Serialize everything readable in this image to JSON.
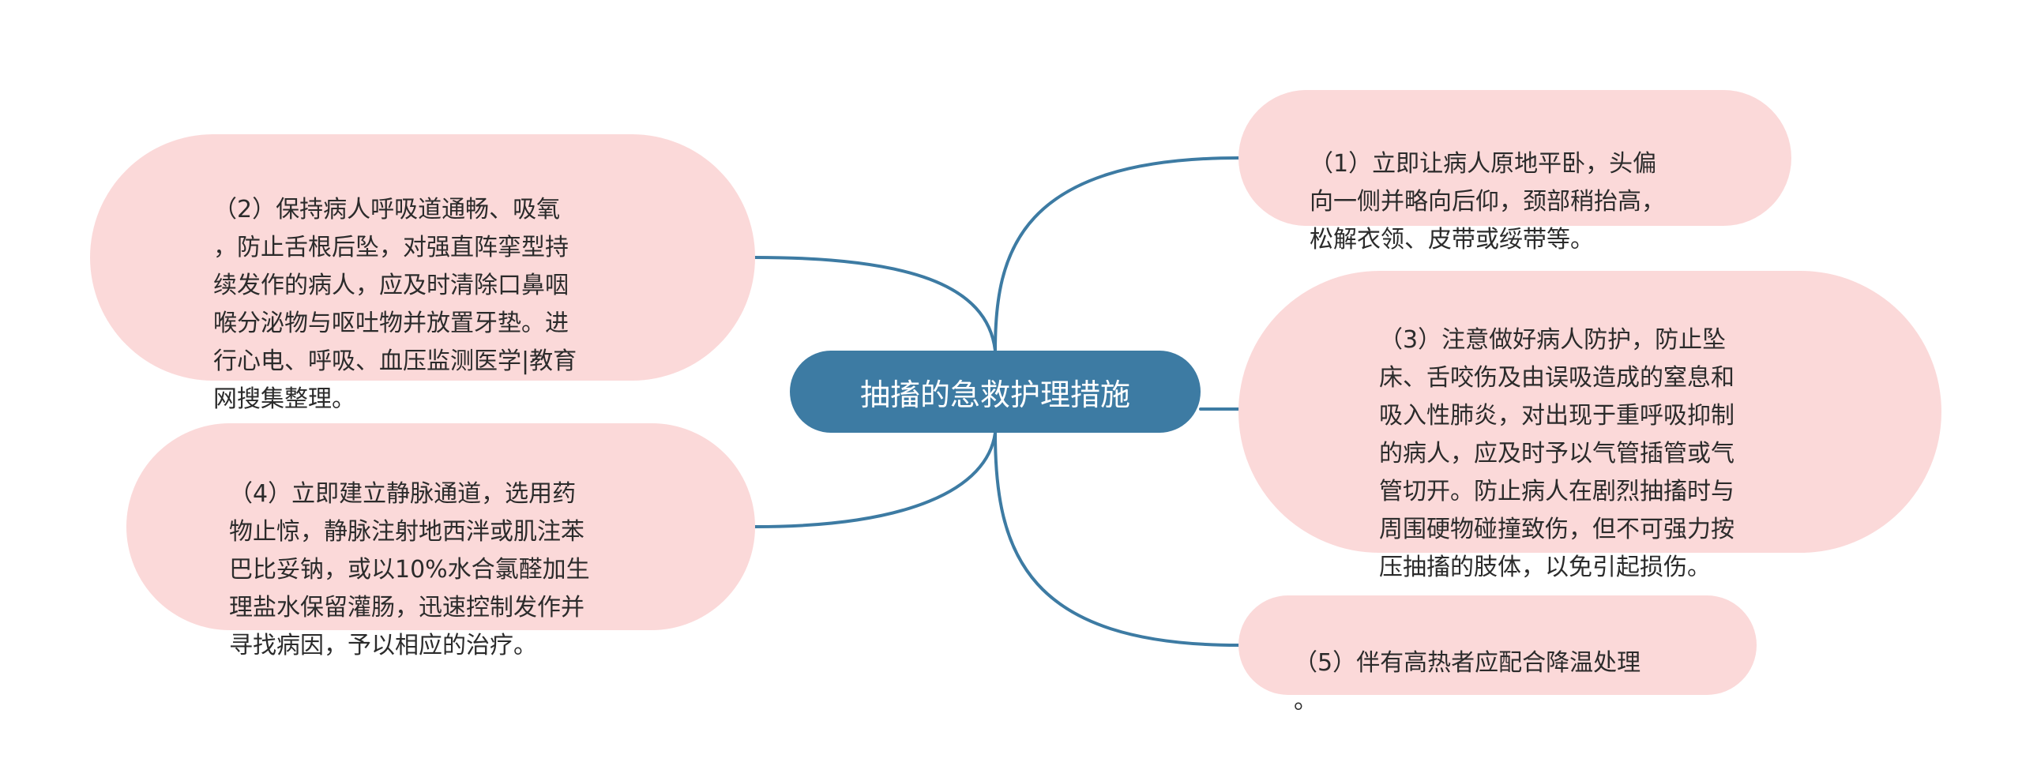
{
  "center": {
    "title": "抽搐的急救护理措施"
  },
  "branches": {
    "item1": "（1）立即让病人原地平卧，头偏\n向一侧并略向后仰，颈部稍抬高，\n松解衣领、皮带或绥带等。",
    "item2": "（2）保持病人呼吸道通畅、吸氧\n，防止舌根后坠，对强直阵挛型持\n续发作的病人，应及时清除口鼻咽\n喉分泌物与呕吐物并放置牙垫。进\n行心电、呼吸、血压监测医学|教育\n网搜集整理。",
    "item3": "（3）注意做好病人防护，防止坠\n床、舌咬伤及由误吸造成的窒息和\n吸入性肺炎，对出现于重呼吸抑制\n的病人，应及时予以气管插管或气\n管切开。防止病人在剧烈抽搐时与\n周围硬物碰撞致伤，但不可强力按\n压抽搐的肢体，以免引起损伤。",
    "item4": "（4）立即建立静脉通道，选用药\n物止惊，静脉注射地西泮或肌注苯\n巴比妥钠，或以10%水合氯醛加生\n理盐水保留灌肠，迅速控制发作并\n寻找病因，予以相应的治疗。",
    "item5": "（5）伴有高热者应配合降温处理\n。"
  },
  "colors": {
    "center_fill": "#3d7ba3",
    "branch_fill": "#fbd9d9",
    "connector": "#3d7ba3"
  }
}
